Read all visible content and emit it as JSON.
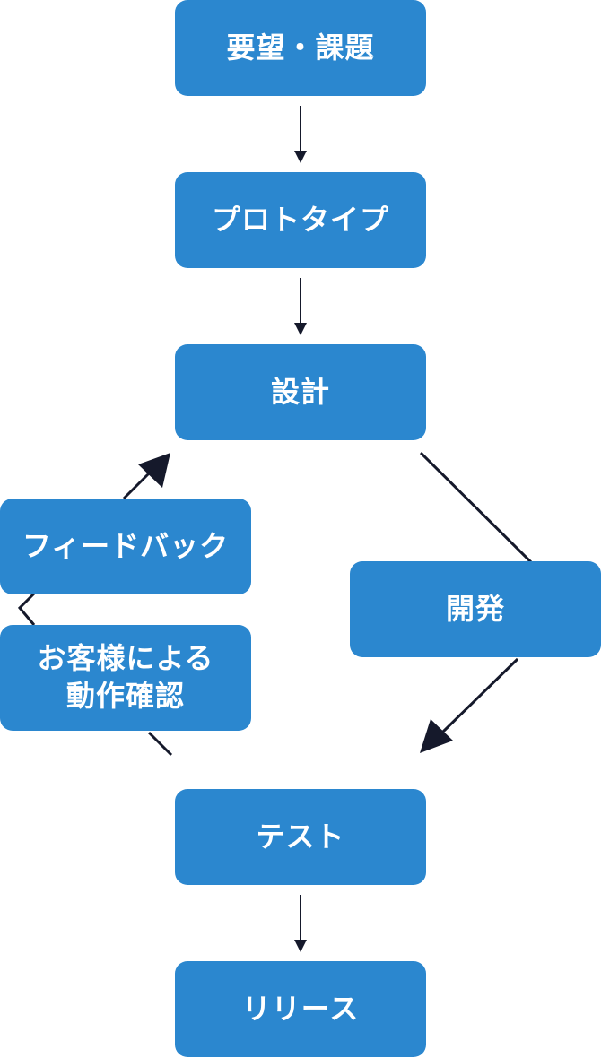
{
  "steps": {
    "requirements": "要望・課題",
    "prototype": "プロトタイプ",
    "design": "設計",
    "development": "開発",
    "test": "テスト",
    "release": "リリース",
    "feedback": "フィードバック",
    "customer_check": [
      "お客様による",
      "動作確認"
    ]
  },
  "colors": {
    "box_fill": "#2b87cf",
    "box_text": "#ffffff",
    "arrow": "#15192b"
  }
}
